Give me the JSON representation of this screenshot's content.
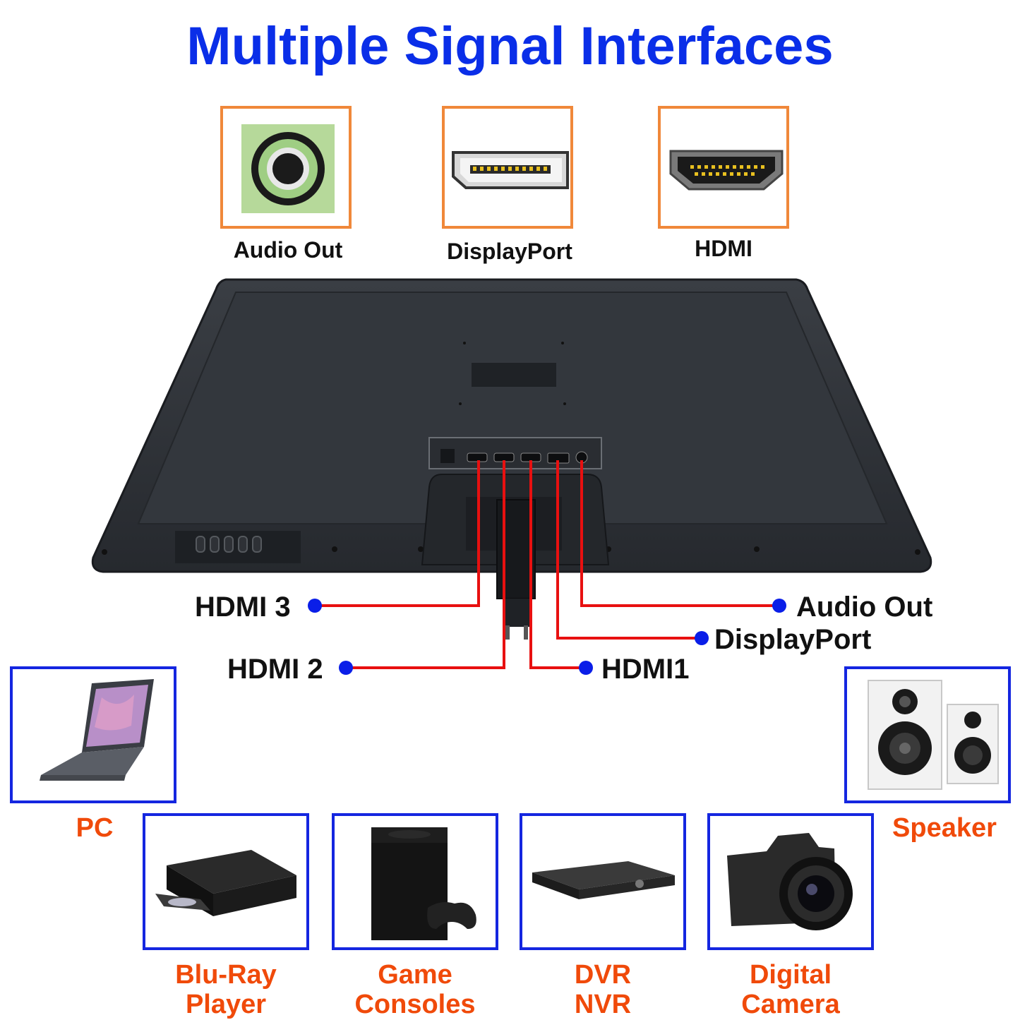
{
  "title": "Multiple Signal Interfaces",
  "ports": [
    {
      "label": "Audio Out",
      "icon": "audio-jack-icon"
    },
    {
      "label": "DisplayPort",
      "icon": "displayport-icon"
    },
    {
      "label": "HDMI",
      "icon": "hdmi-port-icon"
    }
  ],
  "connections": {
    "hdmi3": "HDMI 3",
    "hdmi2": "HDMI 2",
    "hdmi1": "HDMI1",
    "audio_out": "Audio Out",
    "displayport": "DisplayPort"
  },
  "devices": {
    "pc": "PC",
    "speaker": "Speaker",
    "bluray": "Blu-Ray\nPlayer",
    "game": "Game\nConsoles",
    "dvr": "DVR\nNVR",
    "camera": "Digital\nCamera"
  },
  "colors": {
    "title": "#0a2ee8",
    "port_border": "#f0883a",
    "device_border": "#1426e0",
    "device_label": "#f04a0a",
    "wire": "#e81010",
    "dot": "#0a1ee8",
    "monitor": "#2e3238"
  }
}
